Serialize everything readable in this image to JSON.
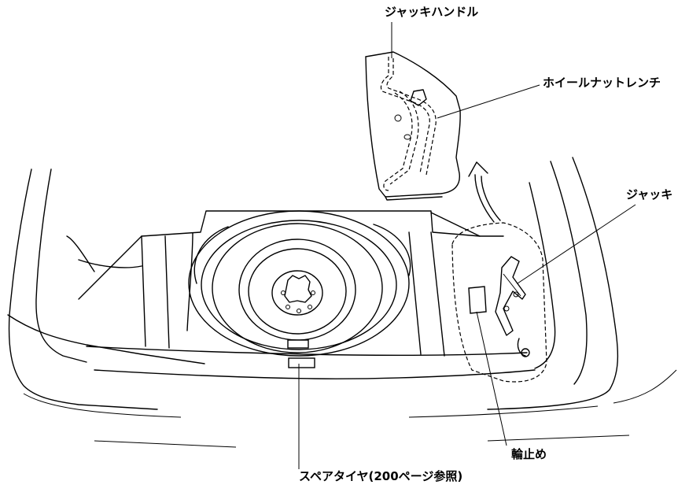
{
  "labels": {
    "jack_handle": "ジャッキハンドル",
    "wheel_nut_wrench": "ホイールナットレンチ",
    "jack": "ジャッキ",
    "wheel_chock": "輪止め",
    "spare_tire": "スペアタイヤ(200ページ参照)"
  }
}
